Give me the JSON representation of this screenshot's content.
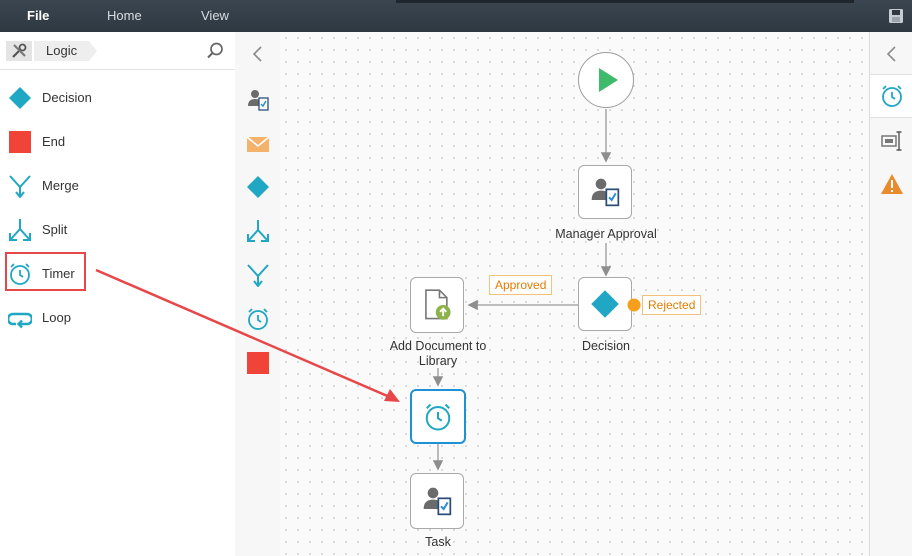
{
  "topbar": {
    "menus": [
      "File",
      "Home",
      "View"
    ]
  },
  "toolbox": {
    "breadcrumb": "Logic",
    "items": [
      {
        "label": "Decision",
        "icon": "decision-diamond-icon"
      },
      {
        "label": "End",
        "icon": "end-square-icon"
      },
      {
        "label": "Merge",
        "icon": "merge-icon"
      },
      {
        "label": "Split",
        "icon": "split-icon"
      },
      {
        "label": "Timer",
        "icon": "timer-icon"
      },
      {
        "label": "Loop",
        "icon": "loop-icon"
      }
    ]
  },
  "canvas": {
    "nodes": {
      "manager_approval": "Manager Approval",
      "decision": "Decision",
      "add_document": "Add Document to Library",
      "task": "Task"
    },
    "tags": {
      "approved": "Approved",
      "rejected": "Rejected"
    }
  },
  "colors": {
    "accent": "#1fa7c4",
    "start": "#3dbb6a",
    "end": "#f04438",
    "warning": "#e98a2b",
    "selected": "#1e90d6",
    "arrow": "#e8474a"
  }
}
